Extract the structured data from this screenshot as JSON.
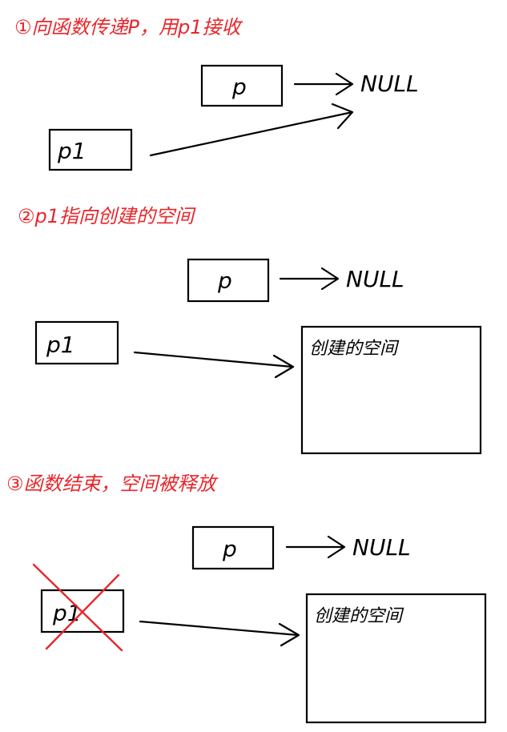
{
  "steps": [
    {
      "heading": "①向函数传递P，用p1接收",
      "pointer_p": "p",
      "pointer_p1": "p1",
      "null_label": "NULL"
    },
    {
      "heading": "②p1指向创建的空间",
      "pointer_p": "p",
      "pointer_p1": "p1",
      "null_label": "NULL",
      "space_label": "创建的空间"
    },
    {
      "heading": "③函数结束，空间被释放",
      "pointer_p": "p",
      "pointer_p1": "p1",
      "null_label": "NULL",
      "space_label": "创建的空间",
      "p1_crossed_out": true
    }
  ],
  "colors": {
    "heading": "#e8262b",
    "ink": "#000000",
    "cross": "#e8262b"
  }
}
